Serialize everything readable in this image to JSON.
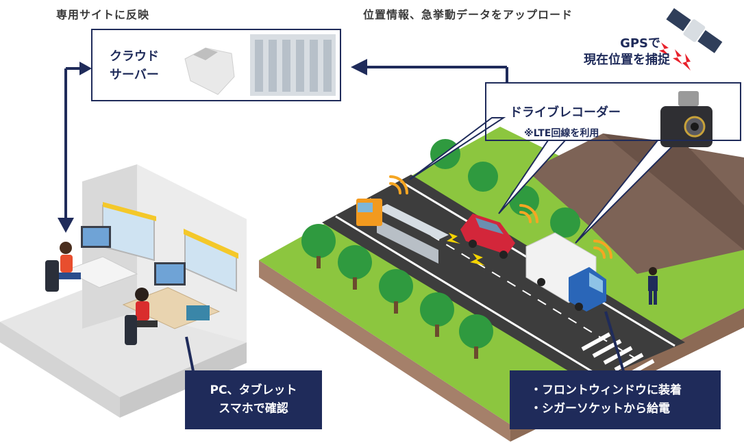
{
  "labels": {
    "site_reflect": "専用サイトに反映",
    "upload": "位置情報、急挙動データをアップロード",
    "gps_line1": "GPSで",
    "gps_line2": "現在位置を捕捉"
  },
  "cloud_box": {
    "line1": "クラウド",
    "line2": "サーバー"
  },
  "recorder_box": {
    "title": "ドライブレコーダー",
    "note": "※LTE回線を利用"
  },
  "pc_box": {
    "line1": "PC、タブレット",
    "line2": "スマホで確認"
  },
  "install_box": {
    "line1": "・フロントウィンドウに装着",
    "line2": "・シガーソケットから給電"
  },
  "colors": {
    "navy": "#1f2b5a",
    "grass": "#8cc63f",
    "road": "#3d3d3d",
    "soil": "#a5806a",
    "signal": "#f5a623",
    "alert": "#e8212b"
  },
  "icons": [
    "satellite-icon",
    "signal-bolt-icon",
    "cloud-server-icon",
    "dashcam-icon"
  ]
}
